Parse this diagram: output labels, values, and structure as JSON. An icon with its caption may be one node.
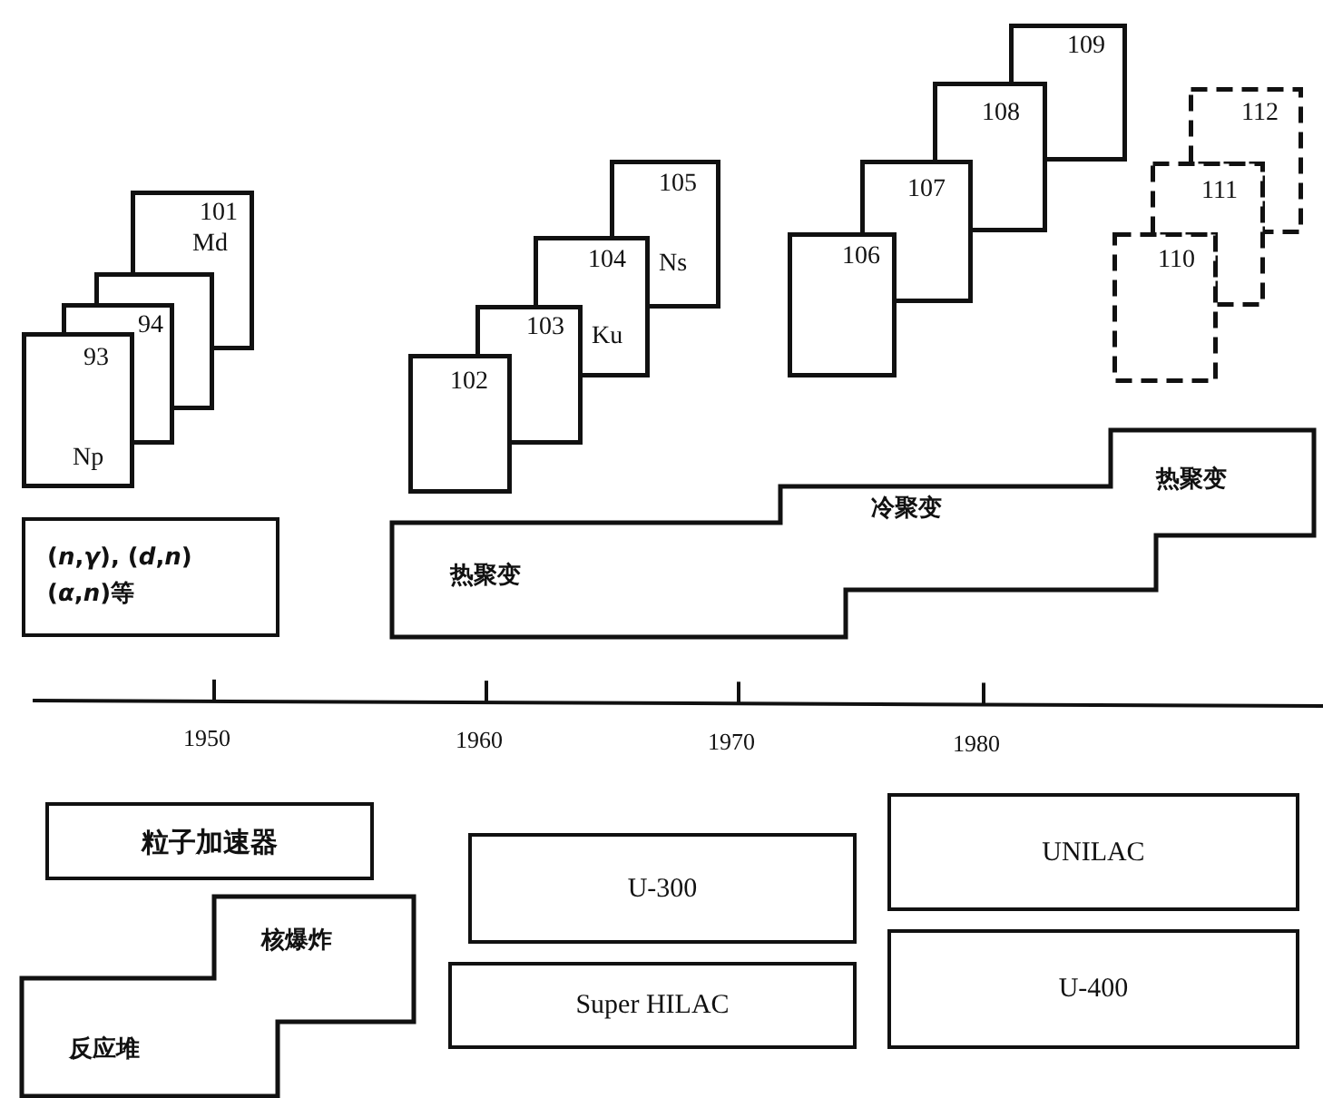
{
  "diagram": {
    "nodes": [
      {
        "text": [
          "93",
          "Np"
        ]
      },
      {
        "text": [
          "94"
        ]
      },
      {
        "text": [],
        "shape": "box"
      },
      {
        "text": [
          "101",
          "Md"
        ]
      },
      {
        "text": [
          "102"
        ]
      },
      {
        "text": [
          "103"
        ]
      },
      {
        "text": [
          "104",
          "Ku"
        ]
      },
      {
        "text": [
          "105",
          "Ns"
        ]
      },
      {
        "text": [
          "106"
        ]
      },
      {
        "text": [
          "107"
        ]
      },
      {
        "text": [
          "108"
        ]
      },
      {
        "text": [
          "109"
        ]
      },
      {
        "text": [
          "110"
        ]
      },
      {
        "text": [
          "111"
        ]
      },
      {
        "text": [
          "112"
        ]
      },
      {
        "text": [
          "(*n*,*γ*), (*d*,*n*) (*α*,*n*)等"
        ]
      },
      {
        "text": [
          "热聚变",
          "冷聚变",
          "热聚变"
        ]
      },
      {
        "text": [
          "粒子加速器"
        ]
      },
      {
        "text": [
          "U-300"
        ]
      },
      {
        "text": [
          "UNILAC"
        ]
      },
      {
        "text": [
          "核爆炸",
          "反应堆"
        ]
      },
      {
        "text": [
          "Super HILAC"
        ]
      },
      {
        "text": [
          "U-400"
        ]
      }
    ],
    "edges": [],
    "labels": [
      "1950",
      "1960",
      "1970",
      "1980"
    ]
  }
}
